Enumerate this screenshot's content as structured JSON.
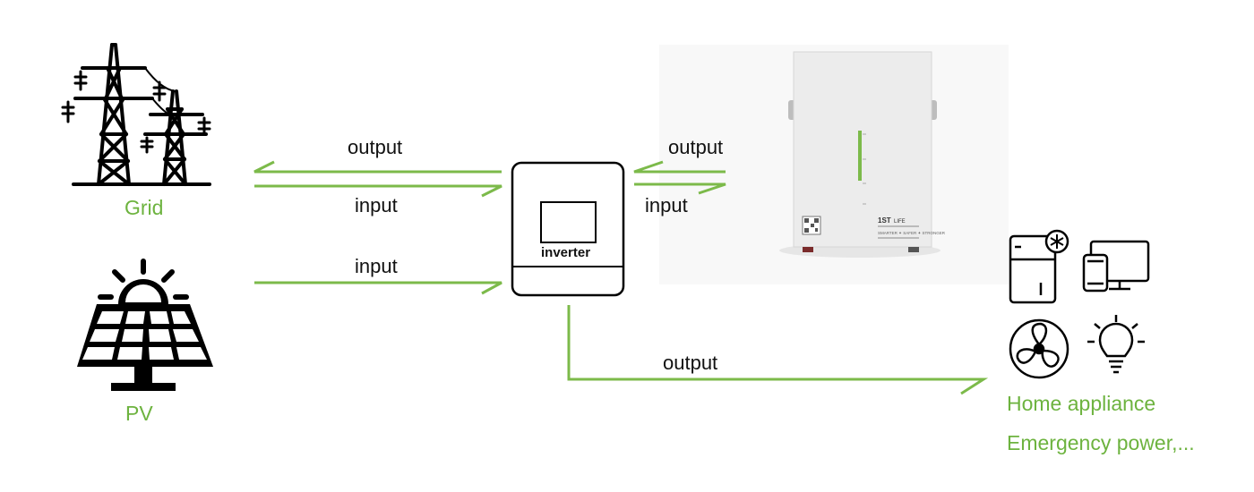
{
  "sources": {
    "grid": {
      "label": "Grid",
      "icon": "transmission-tower-icon"
    },
    "pv": {
      "label": "PV",
      "icon": "solar-panel-icon"
    }
  },
  "inverter": {
    "label": "inverter"
  },
  "battery": {
    "brand": "1ST",
    "brand_suffix": "LIFE",
    "slogan": "SMARTER ✦ SAFER ✦ STRONGER"
  },
  "flows": {
    "grid_output": "output",
    "grid_input": "input",
    "pv_input": "input",
    "battery_output": "output",
    "battery_input": "input",
    "load_output": "output"
  },
  "loads": {
    "line1": "Home appliance",
    "line2": "Emergency power,...",
    "icons": [
      "fridge-icon",
      "computer-devices-icon",
      "fan-icon",
      "light-bulb-icon"
    ]
  },
  "colors": {
    "flow": "#7cba4a",
    "label_green": "#6db33f",
    "icon": "#000000"
  }
}
